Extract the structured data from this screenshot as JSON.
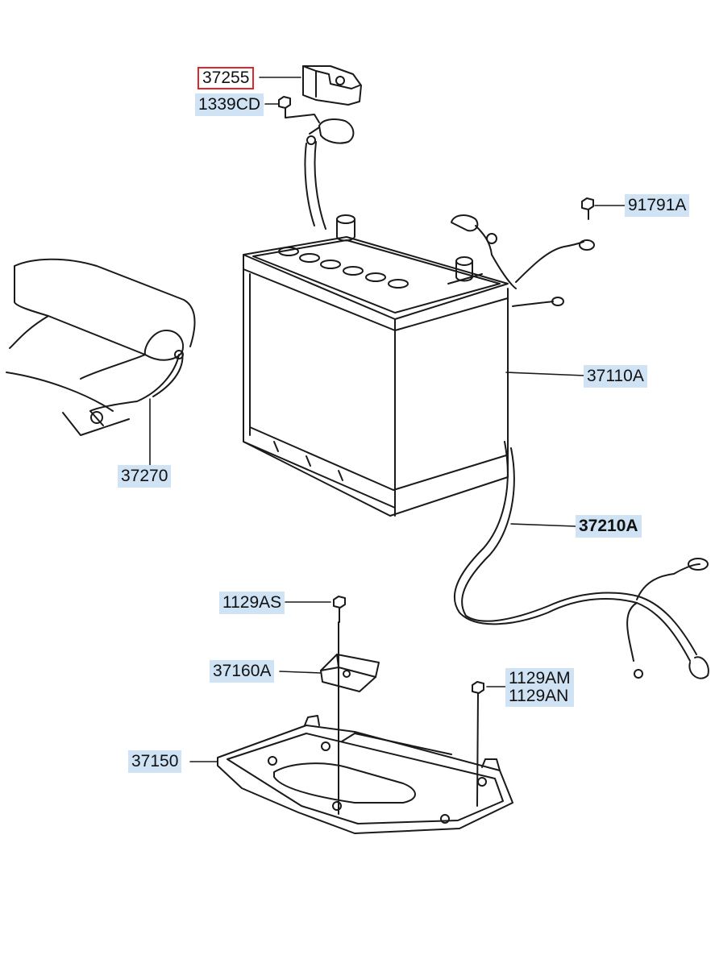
{
  "colors": {
    "callout_bg": "#cfe3f5",
    "selected_border": "#e0252b",
    "line": "#1a1a1a"
  },
  "callouts": {
    "c37255": "37255",
    "c1339cd": "1339CD",
    "c91791a": "91791A",
    "c37110a": "37110A",
    "c37270": "37270",
    "c37210a": "37210A",
    "c1129as": "1129AS",
    "c37160a": "37160A",
    "c1129am": "1129AM",
    "c1129an": "1129AN",
    "c37150": "37150"
  },
  "selected_part": "37255"
}
